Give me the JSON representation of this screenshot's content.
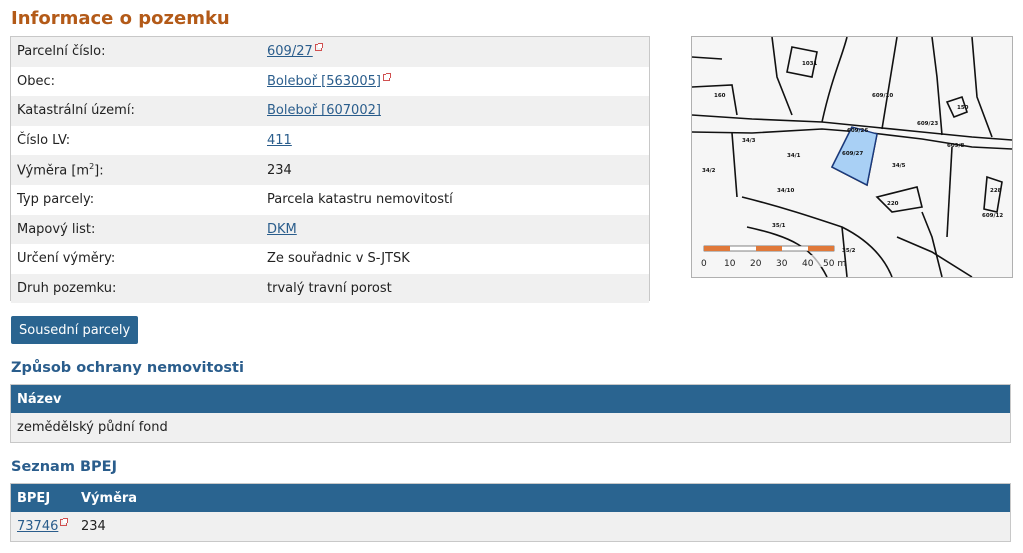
{
  "page_title": "Informace o pozemku",
  "info": {
    "rows": [
      {
        "label": "Parcelní číslo:",
        "value": "609/27",
        "link": true,
        "ext": true
      },
      {
        "label": "Obec:",
        "value": "Boleboř [563005]",
        "link": true,
        "ext": true
      },
      {
        "label": "Katastrální území:",
        "value": "Boleboř [607002]",
        "link": true,
        "ext": false
      },
      {
        "label": "Číslo LV:",
        "value": "411",
        "link": true,
        "ext": false
      },
      {
        "label_prefix": "Výměra [m",
        "label_sup": "2",
        "label_suffix": "]:",
        "value": "234",
        "link": false,
        "ext": false
      },
      {
        "label": "Typ parcely:",
        "value": "Parcela katastru nemovitostí",
        "link": false,
        "ext": false
      },
      {
        "label": "Mapový list:",
        "value": "DKM",
        "link": true,
        "ext": false
      },
      {
        "label": "Určení výměry:",
        "value": "Ze souřadnic v S-JTSK",
        "link": false,
        "ext": false
      },
      {
        "label": "Druh pozemku:",
        "value": "trvalý travní porost",
        "link": false,
        "ext": false
      }
    ]
  },
  "map": {
    "parcel_labels": [
      "609/27",
      "609/26",
      "609/10",
      "609/23",
      "609/8",
      "609/12",
      "1031",
      "34/1",
      "34/2",
      "34/3",
      "34/5",
      "34/10",
      "35/1",
      "35/2",
      "220",
      "228",
      "150",
      "160"
    ],
    "scale_labels": [
      "0",
      "10",
      "20",
      "30",
      "40",
      "50 m"
    ],
    "highlight_color": "#a9d0f5"
  },
  "buttons": {
    "neighbors": "Sousední parcely"
  },
  "protection": {
    "title": "Způsob ochrany nemovitosti",
    "header": "Název",
    "rows": [
      "zemědělský půdní fond"
    ]
  },
  "bpej": {
    "title": "Seznam BPEJ",
    "headers": [
      "BPEJ",
      "Výměra"
    ],
    "rows": [
      {
        "code": "73746",
        "area": "234"
      }
    ]
  },
  "colors": {
    "title": "#b35a18",
    "accent": "#2a6490",
    "link": "#2a5d8c"
  }
}
